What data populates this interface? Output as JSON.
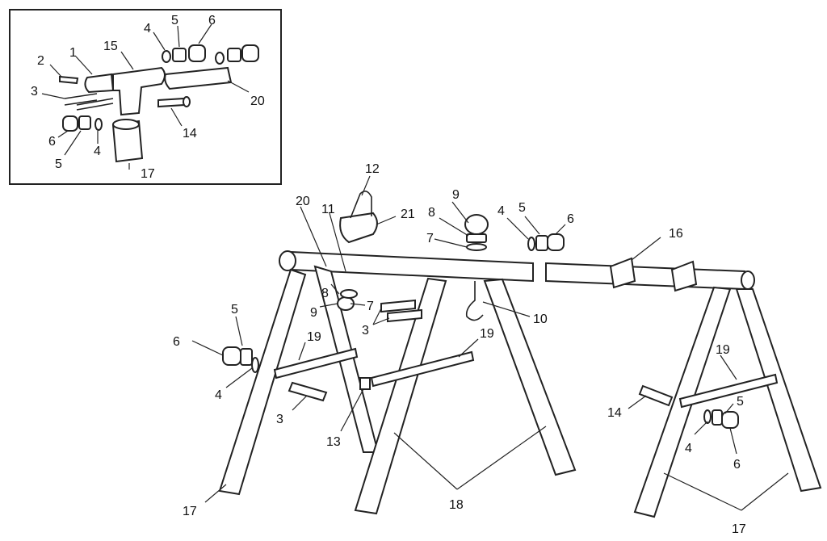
{
  "labels": {
    "inset": {
      "p1": "1",
      "p2": "2",
      "p3": "3",
      "p4a": "4",
      "p4b": "4",
      "p5a": "5",
      "p5b": "5",
      "p6a": "6",
      "p6b": "6",
      "p14": "14",
      "p15": "15",
      "p17": "17",
      "p20": "20"
    },
    "main": {
      "p3a": "3",
      "p3b": "3",
      "p4a": "4",
      "p4b": "4",
      "p4c": "4",
      "p5a": "5",
      "p5b": "5",
      "p5c": "5",
      "p6a": "6",
      "p6b": "6",
      "p6c": "6",
      "p7a": "7",
      "p7b": "7",
      "p8a": "8",
      "p8b": "8",
      "p9a": "9",
      "p9b": "9",
      "p10": "10",
      "p11": "11",
      "p12": "12",
      "p13": "13",
      "p14": "14",
      "p16": "16",
      "p17a": "17",
      "p17b": "17",
      "p18": "18",
      "p19a": "19",
      "p19b": "19",
      "p19c": "19",
      "p20": "20",
      "p21": "21"
    }
  }
}
